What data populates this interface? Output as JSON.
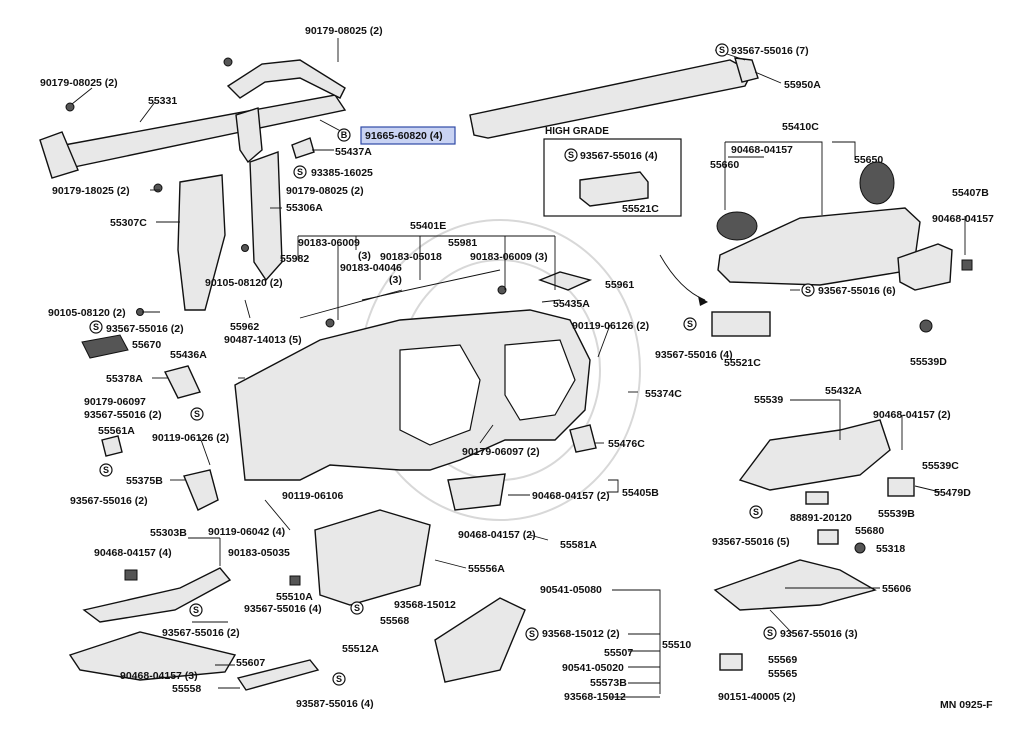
{
  "diagram": {
    "group_label": "HIGH GRADE",
    "footer_code": "MN 0925-F",
    "highlighted_part": "91665-60820 (4)",
    "labels": {
      "p01": "90179-08025 (2)",
      "p02": "90179-08025 (2)",
      "p03": "55331",
      "p04": "91665-60820 (4)",
      "p05": "55437A",
      "p06": "93385-16025",
      "p07": "90179-08025 (2)",
      "p08": "90179-18025 (2)",
      "p09": "55306A",
      "p10": "55307C",
      "p11": "93567-55016 (7)",
      "p12": "55950A",
      "p13": "55410C",
      "p14": "93567-55016 (4)",
      "p15": "55660",
      "p16": "90468-04157",
      "p17": "55650",
      "p18": "55521C",
      "p19": "55407B",
      "p20": "90468-04157",
      "p21": "55401E",
      "p22": "90183-06009",
      "p23": "(3)",
      "p24": "55981",
      "p25": "55982",
      "p26": "90183-05018",
      "p27": "90183-06009 (3)",
      "p28": "90183-04046",
      "p29": "(3)",
      "p30": "55961",
      "p31": "90105-08120 (2)",
      "p32": "55435A",
      "p33": "93567-55016 (6)",
      "p34": "90105-08120 (2)",
      "p35": "93567-55016 (2)",
      "p36": "55962",
      "p37": "90119-06126 (2)",
      "p38": "93567-55016 (4)",
      "p39": "55521C",
      "p40": "55670",
      "p41": "90487-14013 (5)",
      "p42": "55436A",
      "p43": "55539D",
      "p44": "55378A",
      "p45": "55374C",
      "p46": "90179-06097",
      "p47": "93567-55016 (2)",
      "p48": "55539",
      "p49": "55432A",
      "p50": "90468-04157 (2)",
      "p51": "55561A",
      "p52": "90119-06126 (2)",
      "p53": "90179-06097 (2)",
      "p54": "55476C",
      "p55": "55375B",
      "p56": "55539C",
      "p57": "93567-55016 (2)",
      "p58": "90119-06106",
      "p59": "90468-04157 (2)",
      "p60": "55405B",
      "p61": "55479D",
      "p62": "55539B",
      "p63": "88891-20120",
      "p64": "55303B",
      "p65": "90119-06042 (4)",
      "p66": "55680",
      "p67": "90468-04157 (2)",
      "p68": "55581A",
      "p69": "93567-55016 (5)",
      "p70": "90468-04157 (4)",
      "p71": "90183-05035",
      "p72": "55318",
      "p73": "55556A",
      "p74": "55510A",
      "p75": "55606",
      "p76": "93567-55016 (4)",
      "p77": "93568-15012",
      "p78": "90541-05080",
      "p79": "93567-55016 (2)",
      "p80": "55568",
      "p81": "93568-15012 (2)",
      "p82": "93567-55016 (3)",
      "p83": "55512A",
      "p84": "55507",
      "p85": "55510",
      "p86": "90541-05020",
      "p87": "55607",
      "p88": "90468-04157 (3)",
      "p89": "55569",
      "p90": "55565",
      "p91": "55558",
      "p92": "55573B",
      "p93": "93568-15012",
      "p94": "90151-40005 (2)",
      "p95": "93587-55016 (4)"
    }
  }
}
